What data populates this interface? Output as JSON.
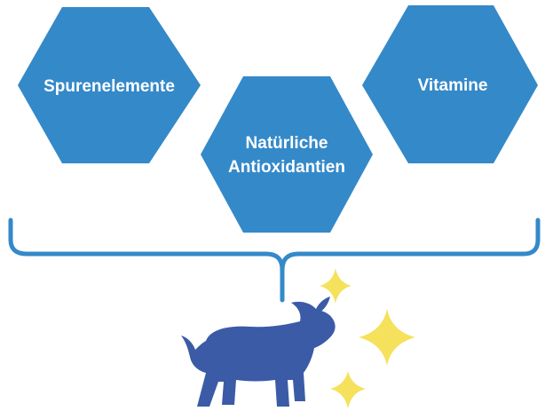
{
  "colors": {
    "hexagon": "#3489c9",
    "bracket": "#3489c9",
    "calf": "#3b5ba6",
    "sparkle": "#f5e15c",
    "label": "#ffffff",
    "background": "#ffffff"
  },
  "hexagons": {
    "trace_elements": {
      "label": "Spurenelemente"
    },
    "antioxidants": {
      "line1": "Natürliche",
      "line2": "Antioxidantien"
    },
    "vitamins": {
      "label": "Vitamine"
    }
  },
  "icons": {
    "bracket": "curly-brace-icon",
    "calf": "calf-icon",
    "sparkles": "sparkle-icon"
  }
}
